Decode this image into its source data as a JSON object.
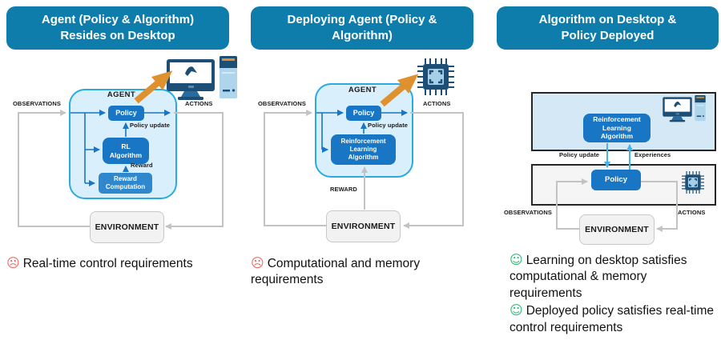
{
  "panels": [
    {
      "header": "Agent (Policy & Algorithm)\nResides on Desktop",
      "diagram": {
        "agent": "AGENT",
        "observations": "OBSERVATIONS",
        "actions": "ACTIONS",
        "policy": "Policy",
        "policy_update": "Policy update",
        "rl_algorithm": "RL\nAlgorithm",
        "reward": "Reward",
        "reward_computation": "Reward\nComputation",
        "environment": "ENVIRONMENT"
      },
      "icons": [
        "desktop-computer",
        "deploy-arrow"
      ],
      "bullets": [
        {
          "icon": "sad-face",
          "glyph": "☹",
          "text": "Real-time control requirements"
        }
      ]
    },
    {
      "header": "Deploying Agent (Policy &\nAlgorithm)",
      "diagram": {
        "agent": "AGENT",
        "observations": "OBSERVATIONS",
        "actions": "ACTIONS",
        "policy": "Policy",
        "policy_update": "Policy update",
        "rl_algorithm": "Reinforcement\nLearning\nAlgorithm",
        "reward": "REWARD",
        "environment": "ENVIRONMENT"
      },
      "icons": [
        "microchip",
        "deploy-arrow"
      ],
      "bullets": [
        {
          "icon": "sad-face",
          "glyph": "☹",
          "text": "Computational and memory requirements"
        }
      ]
    },
    {
      "header": "Algorithm on Desktop &\nPolicy Deployed",
      "diagram": {
        "rl_algorithm": "Reinforcement\nLearning\nAlgorithm",
        "policy_update": "Policy update",
        "experiences": "Experiences",
        "policy": "Policy",
        "observations": "OBSERVATIONS",
        "actions": "ACTIONS",
        "environment": "ENVIRONMENT"
      },
      "icons": [
        "desktop-computer",
        "microchip"
      ],
      "bullets": [
        {
          "icon": "happy-face",
          "glyph": "☺",
          "text": "Learning on desktop satisfies computational & memory requirements"
        },
        {
          "icon": "happy-face",
          "glyph": "☺",
          "text": "Deployed policy satisfies real-time control requirements"
        }
      ]
    }
  ],
  "colors": {
    "header_bg": "#0f7dab",
    "agent_fill": "#d9effb",
    "agent_border": "#29abe2",
    "node_blue": "#1976c5",
    "node_blue_light": "#2f87cd",
    "environment_fill": "#f2f2f2",
    "loop_gray": "#c3c3c3",
    "cyan_arrow": "#45b5e8",
    "deploy_orange": "#e0912f",
    "panel3_box_border": "#262626",
    "sad_red": "#ef6363",
    "happy_green": "#2db673"
  }
}
